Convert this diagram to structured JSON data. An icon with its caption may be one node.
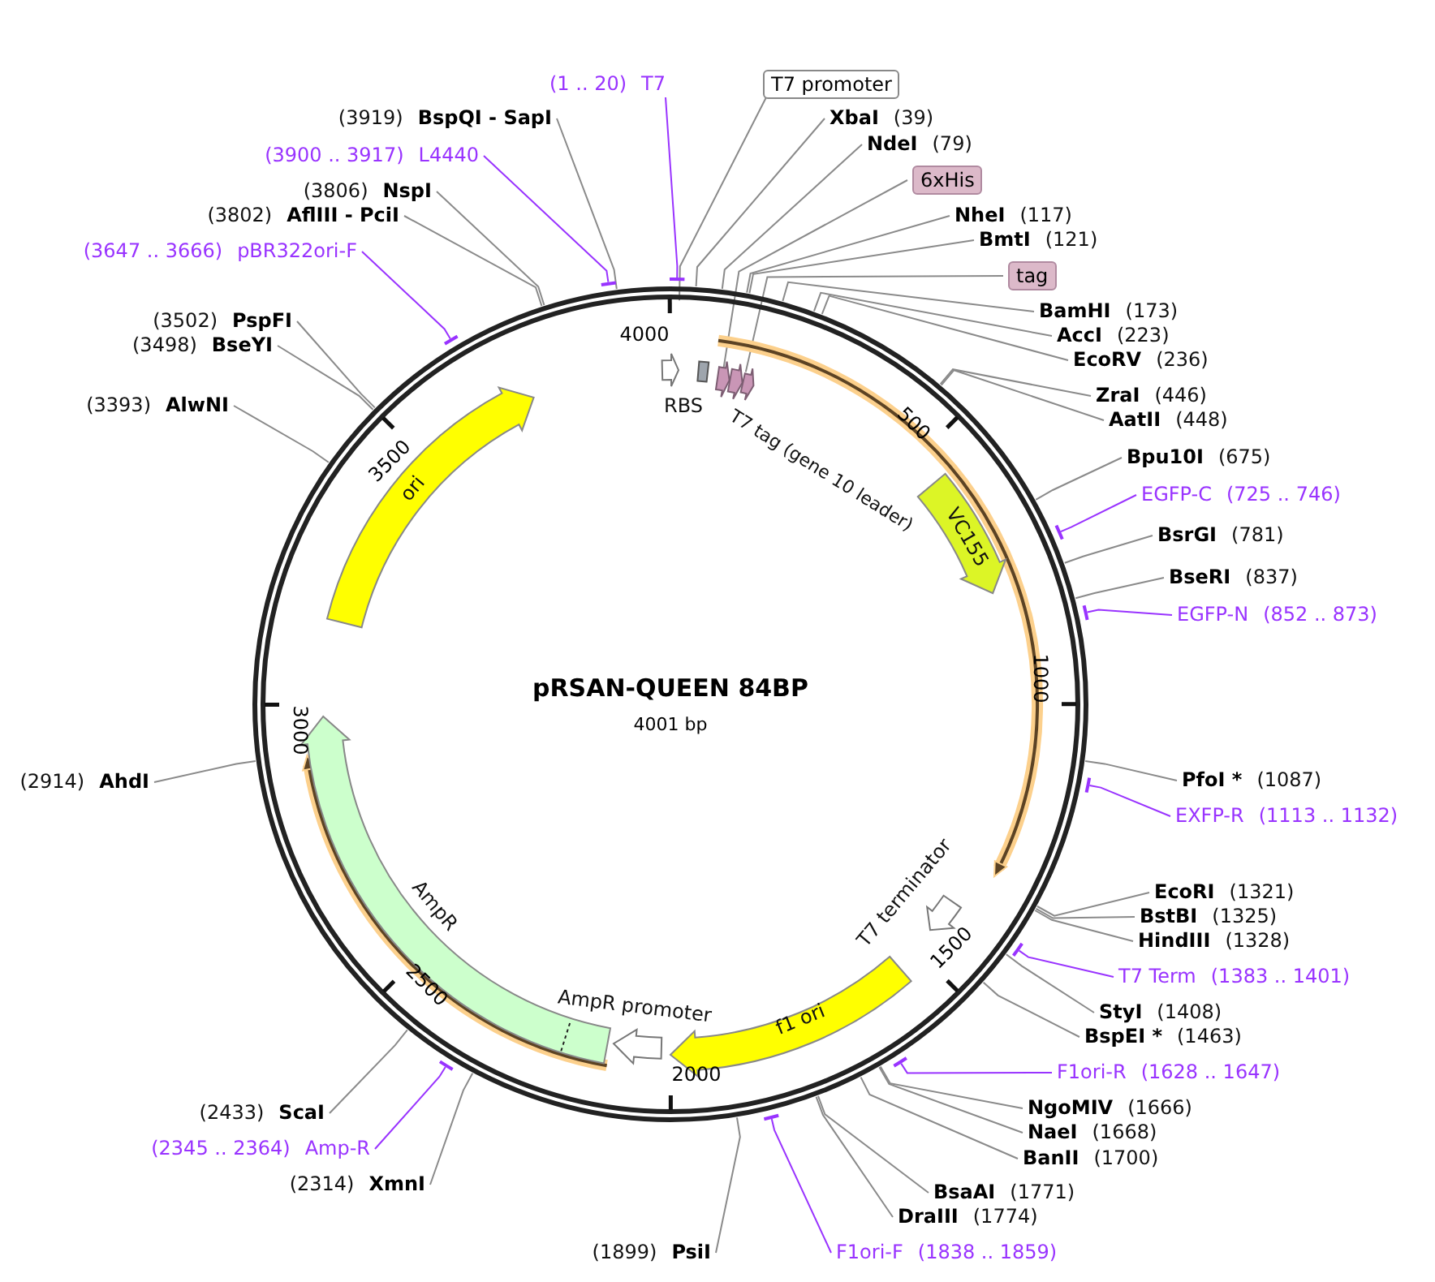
{
  "diagram": {
    "title": "pRSAN-QUEEN 84BP",
    "nodes": [
      {
        "text": [
          "(1 .. 20)",
          "T7"
        ]
      },
      {
        "text": [
          "T7 promoter"
        ]
      },
      {
        "text": [
          "(3919)",
          "BspQI - SapI"
        ]
      },
      {
        "text": [
          "XbaI",
          "(39)"
        ]
      },
      {
        "text": [
          "NdeI",
          "(79)"
        ]
      },
      {
        "text": [
          "(3900 .. 3917)",
          "L4440"
        ]
      },
      {
        "text": [
          "6xHis"
        ]
      },
      {
        "text": [
          "(3806)",
          "NspI"
        ]
      },
      {
        "text": [
          "(3802)",
          "AflIII - PciI"
        ]
      },
      {
        "text": [
          "NheI",
          "(117)"
        ]
      },
      {
        "text": [
          "BmtI",
          "(121)"
        ]
      },
      {
        "text": [
          "(3647 .. 3666)",
          "pBR322ori-F"
        ]
      },
      {
        "text": [
          "tag"
        ]
      },
      {
        "text": [
          "BamHI",
          "(173)"
        ]
      },
      {
        "text": [
          "AccI",
          "(223)"
        ]
      },
      {
        "text": [
          "EcoRV",
          "(236)"
        ]
      },
      {
        "text": [
          "(3502)",
          "PspFI"
        ]
      },
      {
        "text": [
          "(3498)",
          "BseYI"
        ]
      },
      {
        "text": [
          "ZraI",
          "(446)"
        ]
      },
      {
        "text": [
          "AatII",
          "(448)"
        ]
      },
      {
        "text": [
          "(3393)",
          "AlwNI"
        ]
      },
      {
        "text": [
          "Bpu10I",
          "(675)"
        ]
      },
      {
        "text": [
          "EGFP-C",
          "(725 .. 746)"
        ]
      },
      {
        "text": [
          "BsrGI",
          "(781)"
        ]
      },
      {
        "text": [
          "BseRI",
          "(837)"
        ]
      },
      {
        "text": [
          "EGFP-N",
          "(852 .. 873)"
        ]
      },
      {
        "text": [
          "(2914)",
          "AhdI"
        ]
      },
      {
        "text": [
          "PfoI *",
          "(1087)"
        ]
      },
      {
        "text": [
          "EXFP-R",
          "(1113 .. 1132)"
        ]
      },
      {
        "text": [
          "EcoRI",
          "(1321)"
        ]
      },
      {
        "text": [
          "BstBI",
          "(1325)"
        ]
      },
      {
        "text": [
          "HindIII",
          "(1328)"
        ]
      },
      {
        "text": [
          "T7 Term",
          "(1383 .. 1401)"
        ]
      },
      {
        "text": [
          "StyI",
          "(1408)"
        ]
      },
      {
        "text": [
          "BspEI *",
          "(1463)"
        ]
      },
      {
        "text": [
          "F1ori-R",
          "(1628 .. 1647)"
        ]
      },
      {
        "text": [
          "NgoMIV",
          "(1666)"
        ]
      },
      {
        "text": [
          "(2433)",
          "ScaI"
        ]
      },
      {
        "text": [
          "NaeI",
          "(1668)"
        ]
      },
      {
        "text": [
          "BanII",
          "(1700)"
        ]
      },
      {
        "text": [
          "(2345 .. 2364)",
          "Amp-R"
        ]
      },
      {
        "text": [
          "(2314)",
          "XmnI"
        ]
      },
      {
        "text": [
          "BsaAI",
          "(1771)"
        ]
      },
      {
        "text": [
          "DraIII",
          "(1774)"
        ]
      },
      {
        "text": [
          "(1899)",
          "PsiI"
        ]
      },
      {
        "text": [
          "F1ori-F",
          "(1838 .. 1859)"
        ]
      },
      {
        "text": [
          "RBS"
        ]
      },
      {
        "text": [
          "T7 tag (gene 10 leader)"
        ]
      },
      {
        "text": [
          "ori"
        ]
      },
      {
        "text": [
          "VC155"
        ]
      },
      {
        "text": [
          "T7 terminator"
        ]
      },
      {
        "text": [
          "AmpR"
        ]
      },
      {
        "text": [
          "AmpR promoter"
        ]
      },
      {
        "text": [
          "f1 ori"
        ]
      }
    ],
    "edges": [
      {
        "from": 0,
        "to": null,
        "arrow": "none",
        "color": "#9933ff"
      },
      {
        "from": 1,
        "to": null,
        "arrow": "none"
      },
      {
        "from": 2,
        "to": null,
        "arrow": "none"
      },
      {
        "from": 3,
        "to": null,
        "arrow": "none"
      },
      {
        "from": 4,
        "to": null,
        "arrow": "none"
      },
      {
        "from": 5,
        "to": null,
        "arrow": "none",
        "color": "#9933ff"
      },
      {
        "from": 6,
        "to": 47,
        "arrow": "none"
      },
      {
        "from": 7,
        "to": null,
        "arrow": "none"
      },
      {
        "from": 8,
        "to": null,
        "arrow": "none"
      },
      {
        "from": 9,
        "to": null,
        "arrow": "none"
      },
      {
        "from": 10,
        "to": null,
        "arrow": "none"
      },
      {
        "from": 11,
        "to": null,
        "arrow": "none",
        "color": "#9933ff"
      },
      {
        "from": 12,
        "to": 47,
        "arrow": "none"
      },
      {
        "from": 13,
        "to": null,
        "arrow": "none"
      },
      {
        "from": 14,
        "to": null,
        "arrow": "none"
      },
      {
        "from": 15,
        "to": null,
        "arrow": "none"
      },
      {
        "from": 16,
        "to": null,
        "arrow": "none"
      },
      {
        "from": 17,
        "to": null,
        "arrow": "none"
      },
      {
        "from": 18,
        "to": null,
        "arrow": "none"
      },
      {
        "from": 19,
        "to": null,
        "arrow": "none"
      },
      {
        "from": 20,
        "to": null,
        "arrow": "none"
      },
      {
        "from": 21,
        "to": null,
        "arrow": "none"
      },
      {
        "from": 22,
        "to": null,
        "arrow": "none",
        "color": "#9933ff"
      },
      {
        "from": 23,
        "to": null,
        "arrow": "none"
      },
      {
        "from": 24,
        "to": null,
        "arrow": "none"
      },
      {
        "from": 25,
        "to": null,
        "arrow": "none",
        "color": "#9933ff"
      },
      {
        "from": 26,
        "to": null,
        "arrow": "none"
      },
      {
        "from": 27,
        "to": null,
        "arrow": "none"
      },
      {
        "from": 28,
        "to": null,
        "arrow": "none",
        "color": "#9933ff"
      },
      {
        "from": 29,
        "to": null,
        "arrow": "none"
      },
      {
        "from": 30,
        "to": null,
        "arrow": "none"
      },
      {
        "from": 31,
        "to": null,
        "arrow": "none"
      },
      {
        "from": 32,
        "to": null,
        "arrow": "none",
        "color": "#9933ff"
      },
      {
        "from": 33,
        "to": null,
        "arrow": "none"
      },
      {
        "from": 34,
        "to": null,
        "arrow": "none"
      },
      {
        "from": 35,
        "to": null,
        "arrow": "none",
        "color": "#9933ff"
      },
      {
        "from": 36,
        "to": null,
        "arrow": "none"
      },
      {
        "from": 37,
        "to": null,
        "arrow": "none"
      },
      {
        "from": 38,
        "to": null,
        "arrow": "none"
      },
      {
        "from": 39,
        "to": null,
        "arrow": "none"
      },
      {
        "from": 40,
        "to": null,
        "arrow": "none",
        "color": "#9933ff"
      },
      {
        "from": 41,
        "to": null,
        "arrow": "none"
      },
      {
        "from": 42,
        "to": null,
        "arrow": "none"
      },
      {
        "from": 43,
        "to": null,
        "arrow": "none"
      },
      {
        "from": 44,
        "to": null,
        "arrow": "none"
      },
      {
        "from": 45,
        "to": null,
        "arrow": "none",
        "color": "#9933ff"
      }
    ],
    "labels": [
      "4001 bp",
      "500",
      "1000",
      "1500",
      "2000",
      "2500",
      "3000",
      "3500",
      "4000"
    ]
  }
}
